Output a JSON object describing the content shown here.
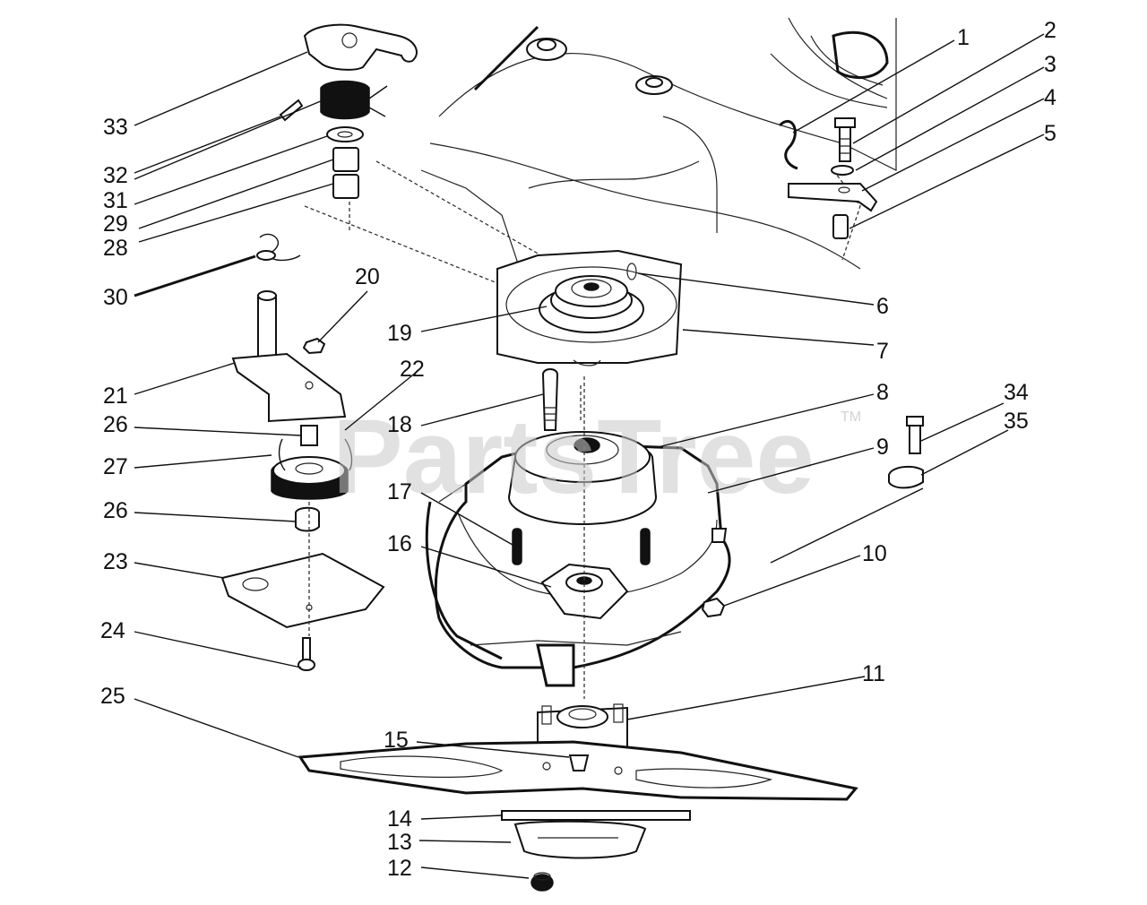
{
  "diagram": {
    "watermark": "PartsTree",
    "trademark": "TM",
    "callouts": [
      "1",
      "2",
      "3",
      "4",
      "5",
      "6",
      "7",
      "8",
      "9",
      "10",
      "11",
      "12",
      "13",
      "14",
      "15",
      "16",
      "17",
      "18",
      "19",
      "20",
      "21",
      "22",
      "23",
      "24",
      "25",
      "26",
      "27",
      "26",
      "28",
      "29",
      "30",
      "31",
      "32",
      "33",
      "34",
      "35"
    ]
  }
}
